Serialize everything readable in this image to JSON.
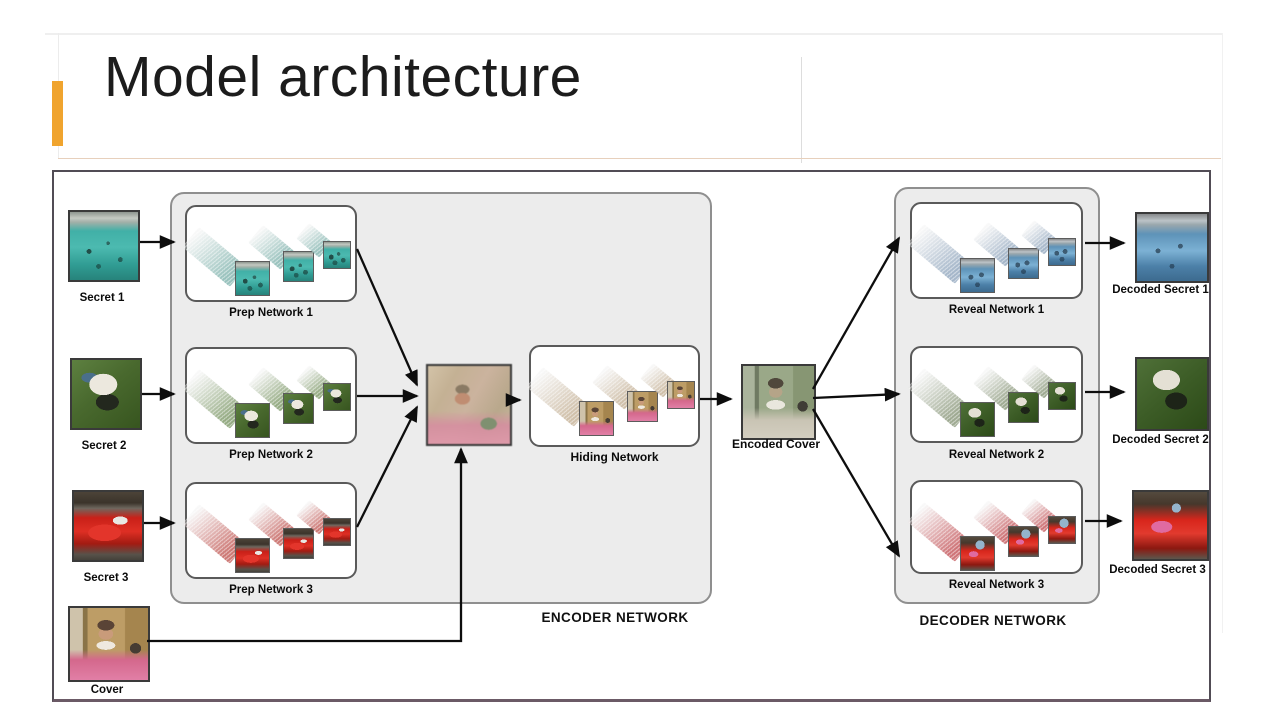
{
  "slide": {
    "title": "Model architecture",
    "accent_color": "#F0A42E"
  },
  "diagram": {
    "encoder_label": "ENCODER NETWORK",
    "decoder_label": "DECODER NETWORK",
    "secrets": [
      "Secret 1",
      "Secret 2",
      "Secret 3"
    ],
    "cover_label": "Cover",
    "prep_networks": [
      "Prep Network 1",
      "Prep Network 2",
      "Prep Network 3"
    ],
    "hiding_label": "Hiding Network",
    "encoded_cover_label": "Encoded Cover",
    "reveal_networks": [
      "Reveal Network 1",
      "Reveal Network 2",
      "Reveal Network 3"
    ],
    "decoded_secrets": [
      "Decoded Secret 1",
      "Decoded Secret 2",
      "Decoded Secret 3"
    ]
  }
}
